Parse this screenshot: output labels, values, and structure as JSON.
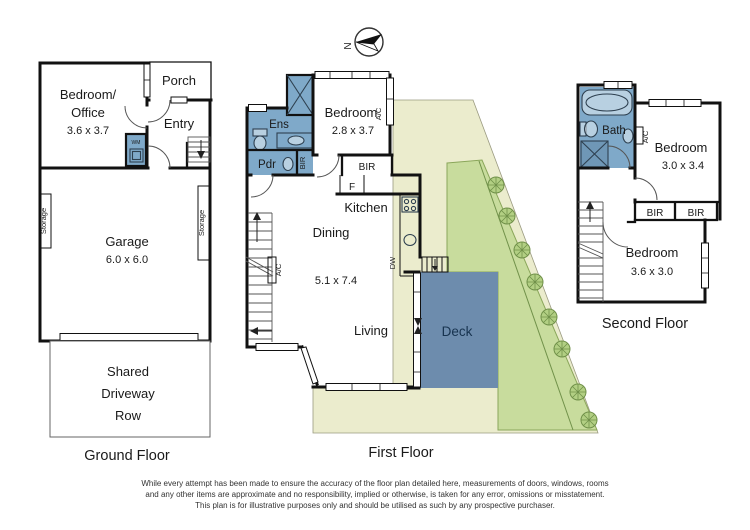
{
  "colors": {
    "wet": "#7fa9c9",
    "wetEdge": "#35506b",
    "deck": "#6d8cad",
    "deckText": "#17334f",
    "pale": "#ebeccd",
    "grass": "#c8dc9d",
    "shrubFill": "#b2cf83",
    "shrubLine": "#71914a",
    "wall": "#111111",
    "text": "#1a1a1a"
  },
  "compass": {
    "north_label": "N"
  },
  "ground_floor": {
    "title": "Ground Floor",
    "bedroom_office_line1": "Bedroom/",
    "bedroom_office_line2": "Office",
    "bedroom_office_dims": "3.6 x 3.7",
    "porch": "Porch",
    "entry": "Entry",
    "washing_machine": "WM",
    "storage_left": "Storage",
    "storage_right": "Storage",
    "garage": "Garage",
    "garage_dims": "6.0 x 6.0",
    "driveway_line1": "Shared",
    "driveway_line2": "Driveway",
    "driveway_line3": "Row"
  },
  "first_floor": {
    "title": "First Floor",
    "ensuite": "Ens",
    "powder": "Pdr",
    "robe_small": "BIR",
    "bedroom": "Bedroom",
    "bedroom_dims": "2.8 x 3.7",
    "ac_bedroom": "A/C",
    "robe": "BIR",
    "fridge": "F",
    "kitchen": "Kitchen",
    "dining": "Dining",
    "living_dims": "5.1 x 7.4",
    "living": "Living",
    "dishwasher": "DW",
    "ac_stairs": "A/C",
    "deck": "Deck"
  },
  "second_floor": {
    "title": "Second Floor",
    "bath": "Bath",
    "ac": "A/C",
    "bedroom1": "Bedroom",
    "bedroom1_dims": "3.0 x 3.4",
    "robe1": "BIR",
    "robe2": "BIR",
    "bedroom2": "Bedroom",
    "bedroom2_dims": "3.6 x 3.0"
  },
  "disclaimer": {
    "line1": "While every attempt has been made to ensure the accuracy of the floor plan detailed here, measurements of doors, windows, rooms",
    "line2": "and any other items are approximate and no responsibility, implied or otherwise, is taken for any error, omissions or misstatement.",
    "line3": "This plan is for illustrative purposes only and should be utilised as such by any prospective purchaser."
  }
}
